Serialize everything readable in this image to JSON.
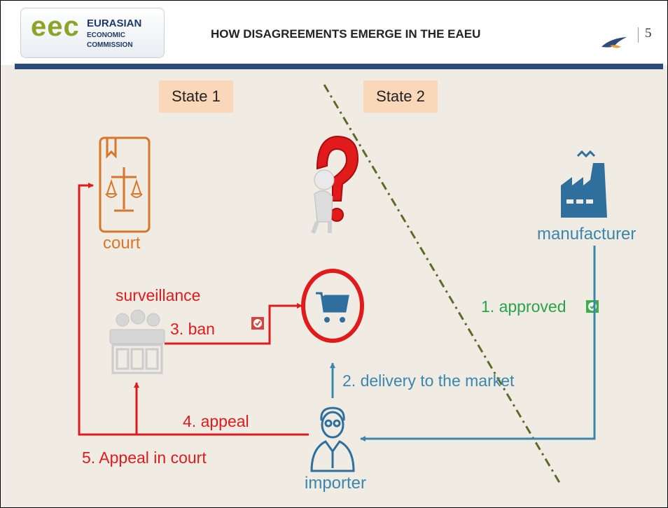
{
  "header": {
    "logo_mark": "eec",
    "logo_line1": "EURASIAN",
    "logo_line2": "ECONOMIC",
    "logo_line3": "COMMISSION",
    "title": "HOW DISAGREEMENTS EMERGE IN THE EAEU",
    "page_number": "5"
  },
  "states": {
    "left": "State 1",
    "right": "State 2"
  },
  "nodes": {
    "court": "court",
    "manufacturer": "manufacturer",
    "surveillance": "surveillance",
    "importer": "importer"
  },
  "steps": {
    "approved": "1. approved",
    "delivery": "2. delivery to the market",
    "ban": "3. ban",
    "appeal": "4. appeal",
    "appeal_court": "5. Appeal in court"
  },
  "colors": {
    "red": "#e11b1b",
    "blue": "#3b86ad",
    "green": "#28a348",
    "orange": "#d9762a",
    "header_bar": "#2c4a7a",
    "state_box": "#fad7b8"
  },
  "icons": [
    "court-icon",
    "question-icon",
    "factory-icon",
    "cart-icon",
    "surveillance-icon",
    "importer-icon",
    "check-icon",
    "bird-logo-icon"
  ]
}
